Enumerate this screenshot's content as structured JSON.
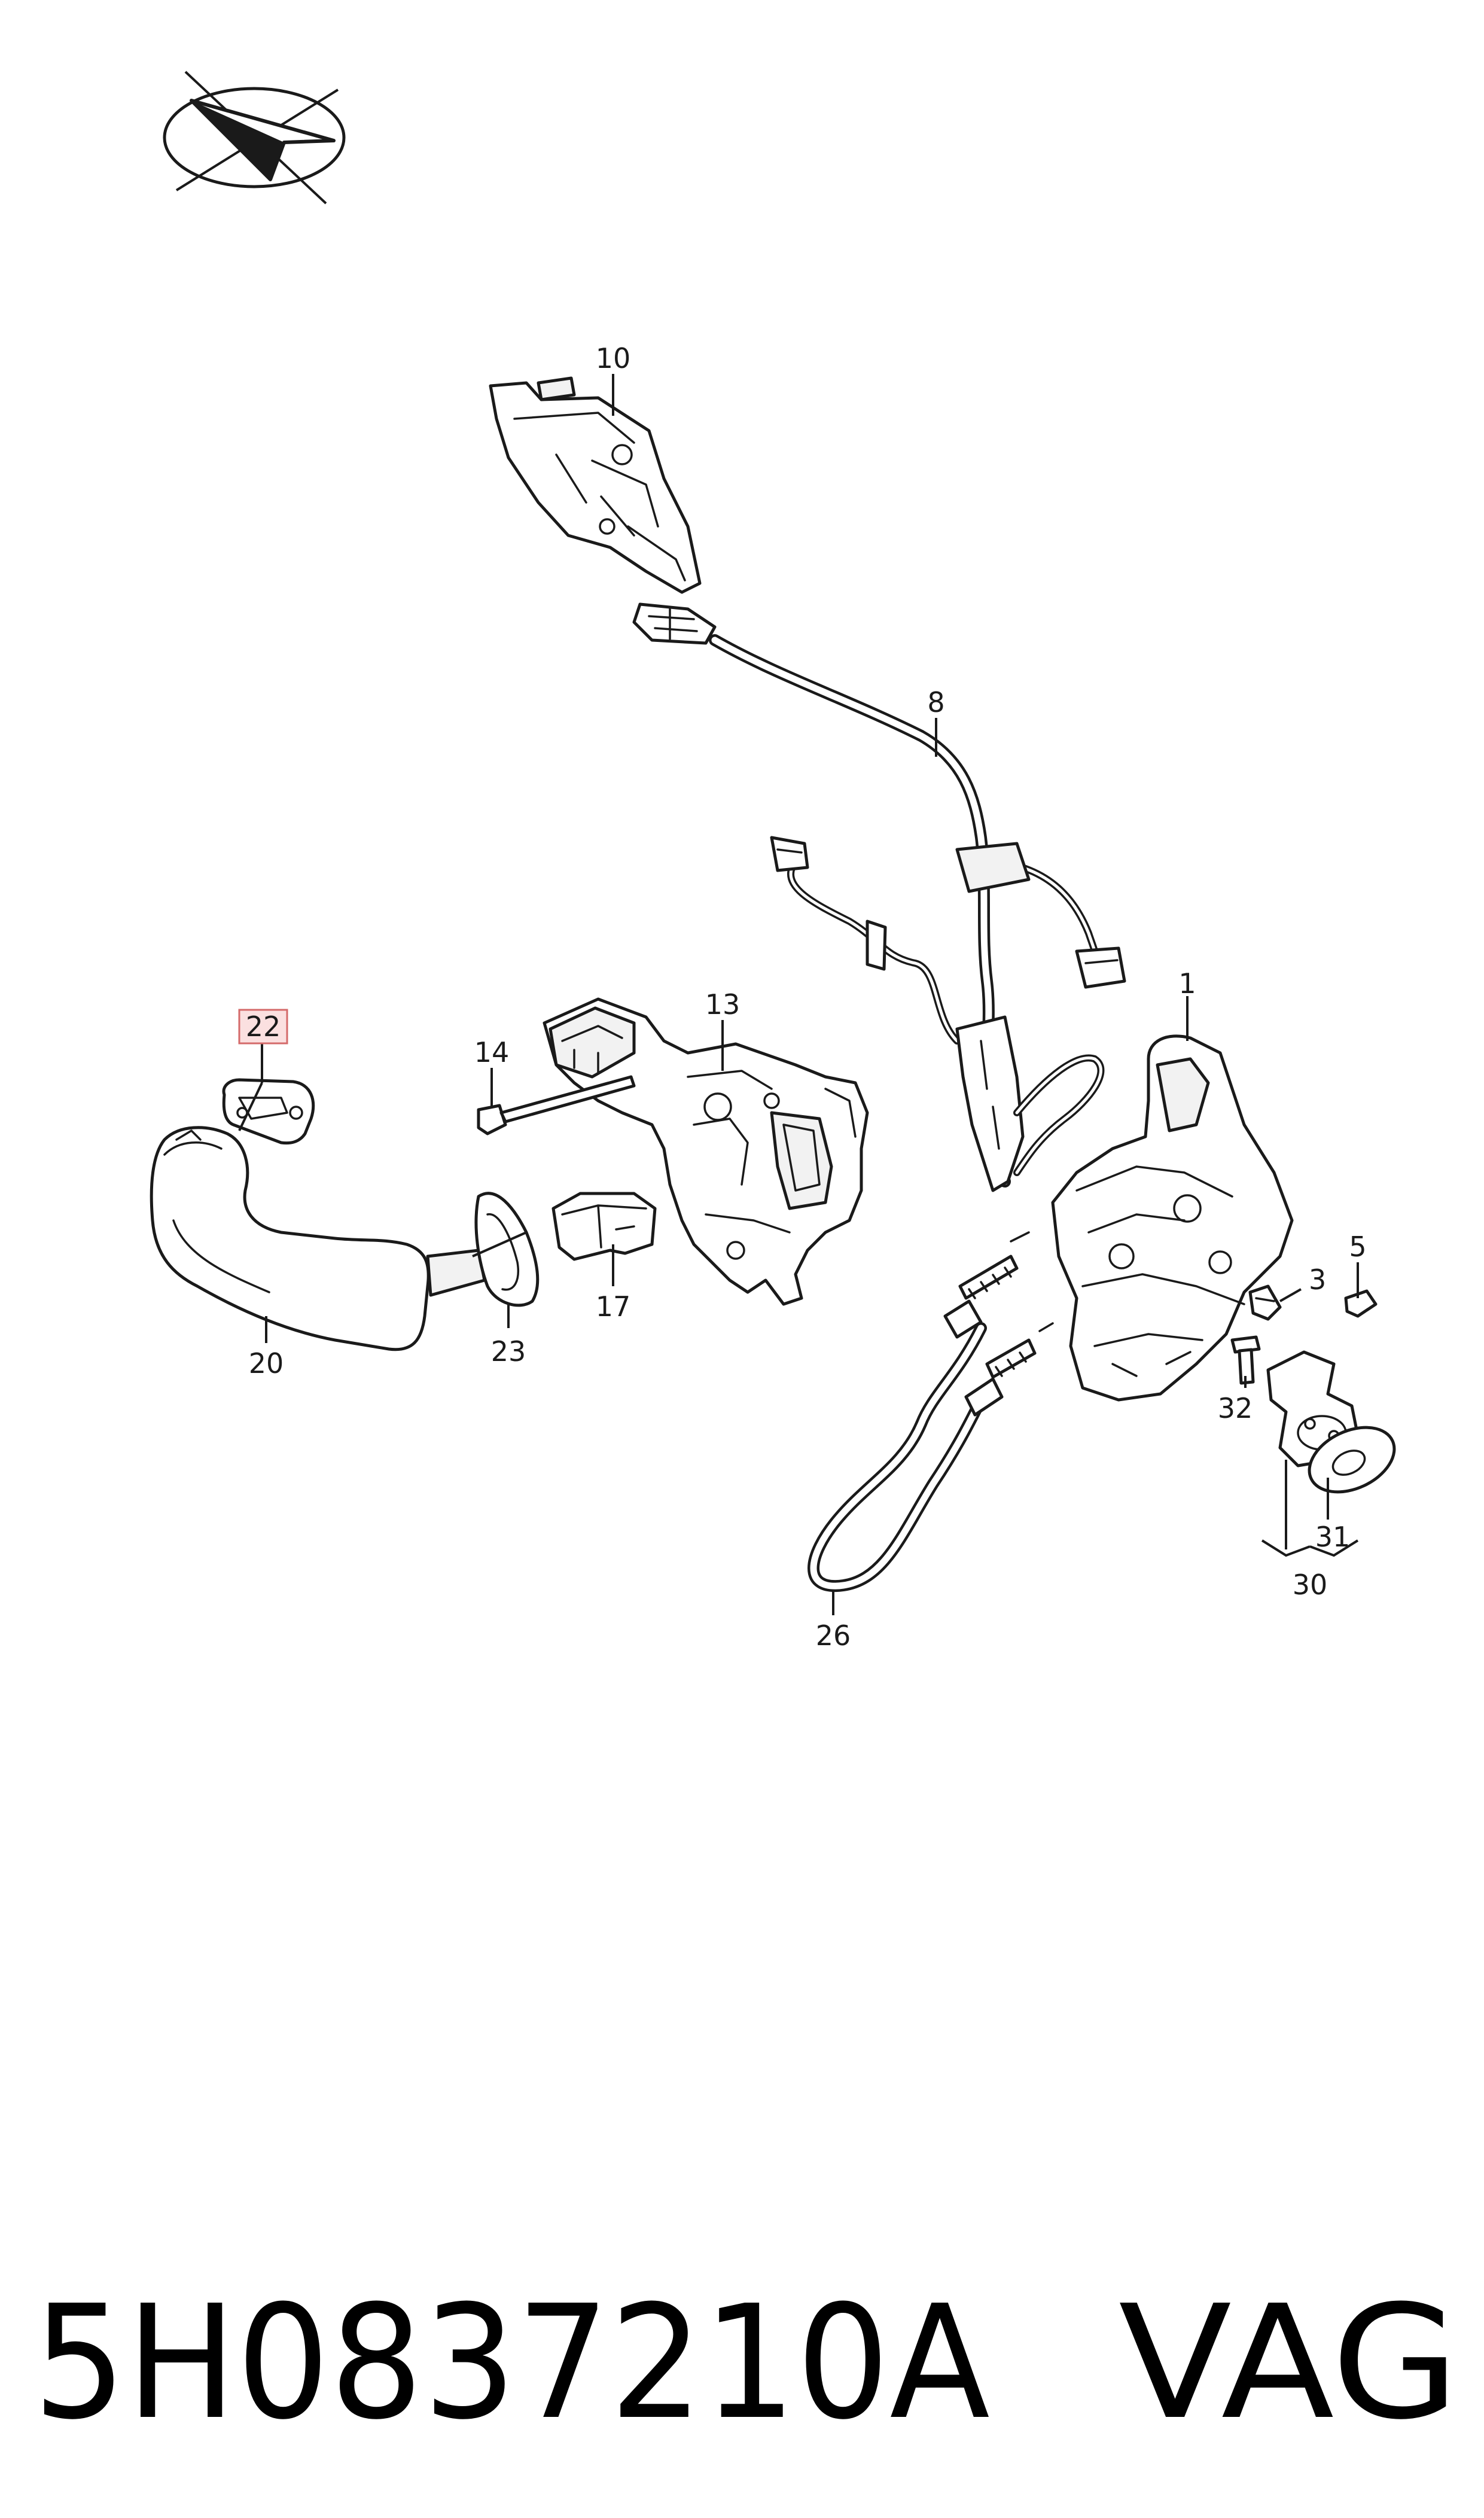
{
  "callouts": {
    "c1": "1",
    "c3": "3",
    "c5": "5",
    "c8": "8",
    "c10": "10",
    "c13": "13",
    "c14": "14",
    "c17": "17",
    "c20": "20",
    "c22": "22",
    "c23": "23",
    "c26": "26",
    "c30": "30",
    "c31": "31",
    "c32": "32"
  },
  "highlighted_callout": "22",
  "footer": {
    "part_number": "5H0837210A",
    "brand": "VAG"
  },
  "colors": {
    "line": "#1a1a1a",
    "highlight_fill": "#fbe0e0",
    "highlight_stroke": "#d46a6a"
  },
  "icons": {
    "orientation": "orientation-arrow-icon"
  }
}
